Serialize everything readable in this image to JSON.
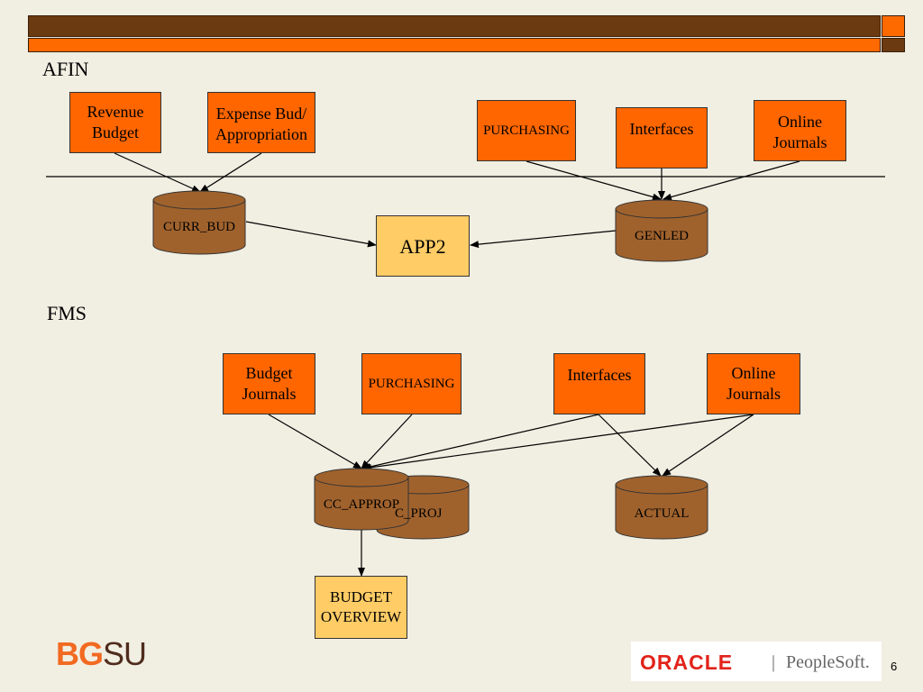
{
  "sections": {
    "afin": "AFIN",
    "fms": "FMS"
  },
  "afin": {
    "revenue_budget": "Revenue\nBudget",
    "expense_bud": "Expense Bud/\nAppropriation",
    "purchasing": "PURCHASING",
    "interfaces": "Interfaces",
    "online_journals": "Online\nJournals",
    "curr_bud": "CURR_BUD",
    "genled": "GENLED",
    "app2": "APP2"
  },
  "fms": {
    "budget_journals": "Budget\nJournals",
    "purchasing": "PURCHASING",
    "interfaces": "Interfaces",
    "online_journals": "Online\nJournals",
    "cc_approp": "CC_APPROP",
    "cc_proj": "C_PROJ",
    "actual": "ACTUAL",
    "budget_overview": "BUDGET\nOVERVIEW"
  },
  "footer": {
    "bgsu_bg": "BG",
    "bgsu_su": "SU",
    "oracle": "ORACLE",
    "peoplesoft": "PeopleSoft.",
    "page_number": "6"
  },
  "colors": {
    "orange_box": "#ff6600",
    "light_box": "#ffcc66",
    "cylinder": "#a0622d",
    "background": "#f1eee2",
    "bgsu_orange": "#f26a21",
    "bgsu_brown": "#4f2c1d",
    "oracle_red": "#e2231a"
  }
}
